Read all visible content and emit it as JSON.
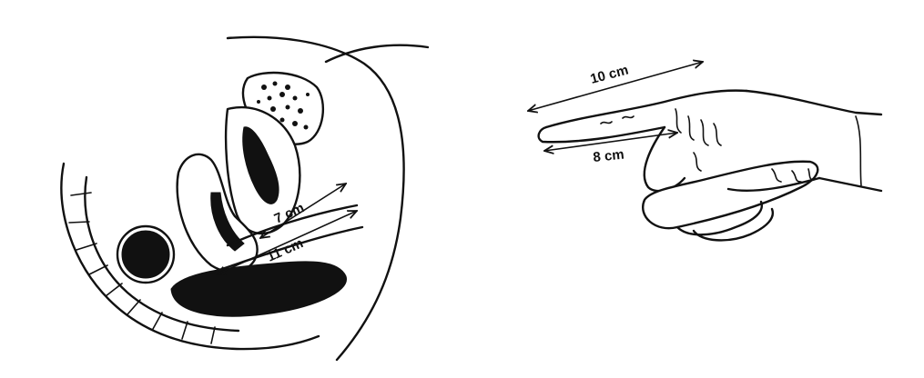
{
  "pelvis": {
    "label_short": "7 cm",
    "label_long": "11 cm"
  },
  "hand": {
    "label_index": "10 cm",
    "label_middle": "8 cm"
  }
}
